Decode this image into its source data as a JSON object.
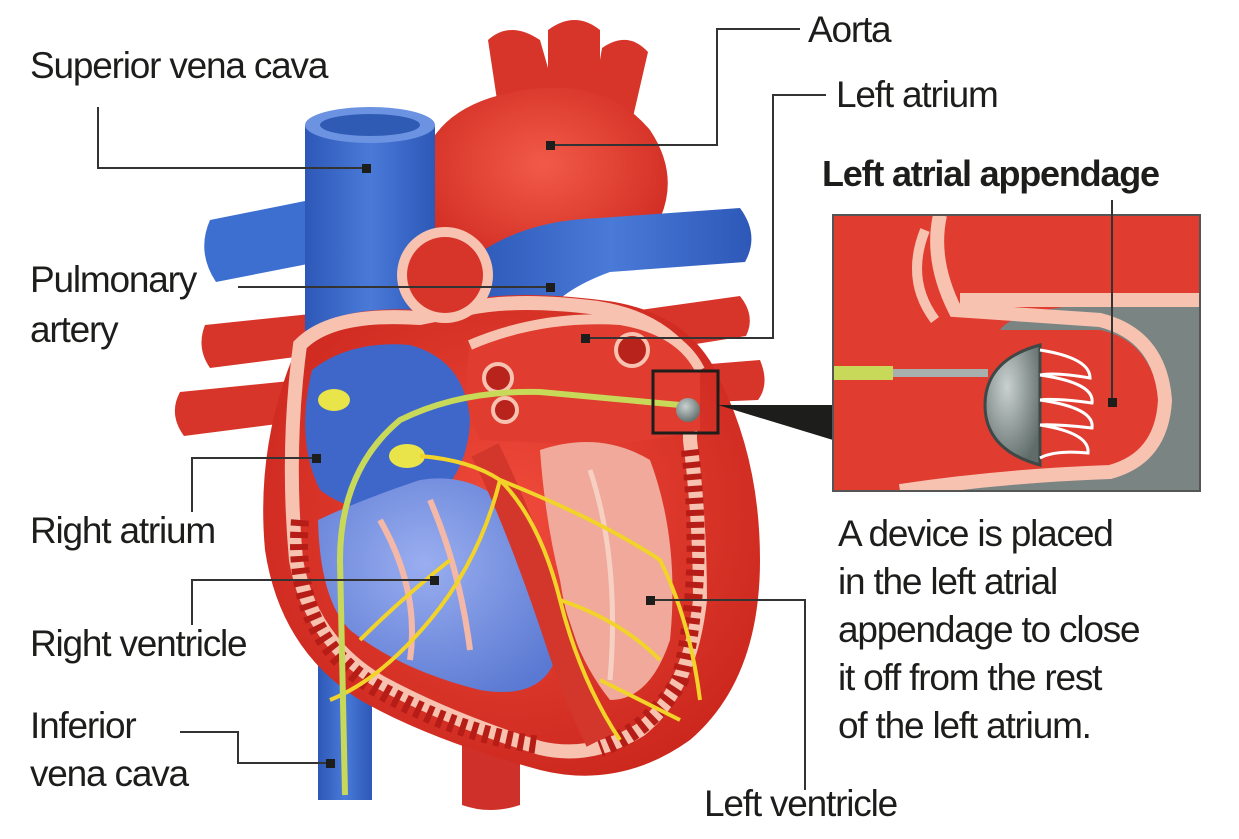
{
  "labels": {
    "superior_vena_cava": "Superior vena cava",
    "aorta": "Aorta",
    "left_atrium": "Left atrium",
    "left_atrial_appendage": "Left atrial appendage",
    "pulmonary_artery_line1": "Pulmonary",
    "pulmonary_artery_line2": "artery",
    "right_atrium": "Right atrium",
    "right_ventricle": "Right ventricle",
    "inferior_vena_cava_line1": "Inferior",
    "inferior_vena_cava_line2": "vena cava",
    "left_ventricle": "Left ventricle"
  },
  "description": [
    "A device is placed",
    "in the left atrial",
    "appendage to close",
    "it off from the rest",
    "of the left atrium."
  ],
  "colors": {
    "heart_red": "#e63a2e",
    "heart_dark_red": "#c8241c",
    "vein_blue": "#3d6fd0",
    "vein_dark_blue": "#2a50a8",
    "cavity_blue": "#6f8fe0",
    "tissue_pink": "#f7c2b0",
    "nerve_yellow": "#f2d32a",
    "device_grey": "#7f8c8a",
    "label_text": "#1d1d1b",
    "leader_line": "#333333"
  }
}
